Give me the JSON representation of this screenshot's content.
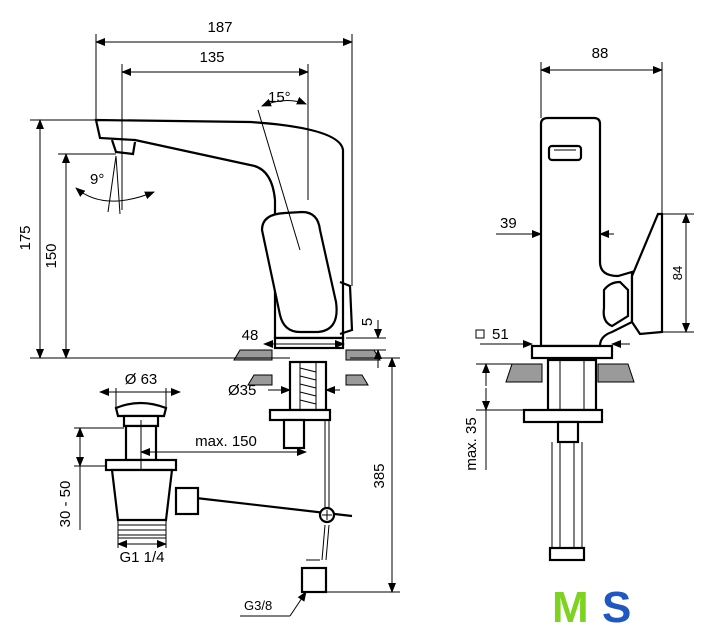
{
  "dimensions": {
    "overall_width": "187",
    "spout_reach": "135",
    "lever_angle": "15°",
    "spout_angle": "9°",
    "total_height": "175",
    "spout_height": "150",
    "base_diameter": "48",
    "base_gap": "5",
    "hole_diameter": "Ø35",
    "hose_length": "385",
    "drain_diameter": "Ø 63",
    "max_reach": "max. 150",
    "drain_height": "30 - 50",
    "drain_thread": "G1 1/4",
    "hose_thread": "G3/8",
    "side_depth": "88",
    "side_39": "39",
    "lever_height": "84",
    "base_square": "51",
    "deck_thickness": "max. 35"
  },
  "logo": {
    "m": "M",
    "s": "S",
    "m_color": "#7ed321",
    "s_color": "#1f57c3"
  }
}
